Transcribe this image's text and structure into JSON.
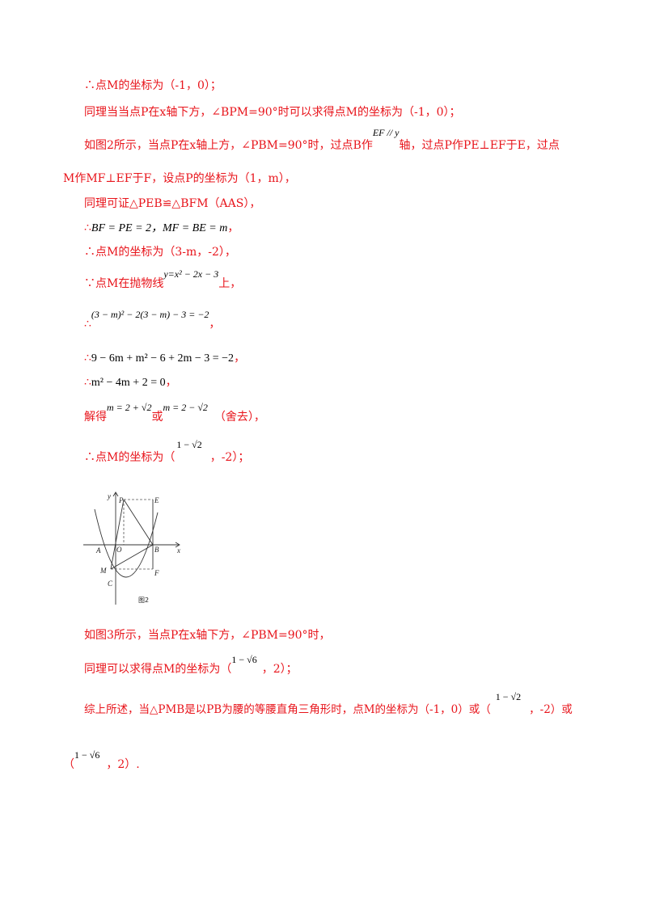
{
  "lines": {
    "l1": "∴点M的坐标为（-1，0）；",
    "l2": "同理当当点P在x轴下方，∠BPM=90°时可以求得点M的坐标为（-1，0）；",
    "l3a": "如图2所示，当点P在x轴上方，∠PBM=90°时，过点B作",
    "l3math": "EF // y",
    "l3b": "轴，过点P作PE⊥EF于E，过点",
    "l4": "M作MF⊥EF于F，设点P的坐标为（1，m），",
    "l5": "同理可证△PEB≌△BFM（AAS），",
    "l6pre": "∴",
    "l6math": "BF = PE = 2，MF = BE = m",
    "l6post": "，",
    "l7": "∴点M的坐标为（3-m，-2），",
    "l8pre": "∵点M在抛物线",
    "l8math": "y=x² − 2x − 3",
    "l8post": "上，",
    "l9pre": "∴",
    "l9math": "(3 − m)² − 2(3 − m) − 3 = −2",
    "l9post": "，",
    "l10pre": "∴",
    "l10math": "9 − 6m + m² − 6 + 2m − 3 = −2",
    "l10post": "，",
    "l11pre": "∴",
    "l11math": "m² − 4m + 2 = 0",
    "l11post": "，",
    "l12a": "解得",
    "l12m1": "m = 2 + √2",
    "l12b": "或",
    "l12m2": "m = 2 − √2",
    "l12c": "（舍去），",
    "l13a": "∴点M的坐标为（",
    "l13math": "1 − √2",
    "l13b": "，-2）；",
    "l14": "如图3所示，当点P在x轴下方，∠PBM=90°时，",
    "l15a": "同理可以求得点M的坐标为（",
    "l15math": "1 − √6",
    "l15b": "，2）；",
    "l16a": "综上所述，当△PMB是以PB为腰的等腰直角三角形时，点M的坐标为（-1，0）或（",
    "l16math": "1 − √2",
    "l16b": "，-2）或",
    "l17a": "（",
    "l17math": "1 − √6",
    "l17b": "，2）."
  },
  "figure": {
    "labels": {
      "y": "y",
      "x": "x",
      "P": "P",
      "E": "E",
      "A": "A",
      "O": "O",
      "B": "B",
      "M": "M",
      "F": "F",
      "C": "C",
      "caption": "图2"
    }
  }
}
